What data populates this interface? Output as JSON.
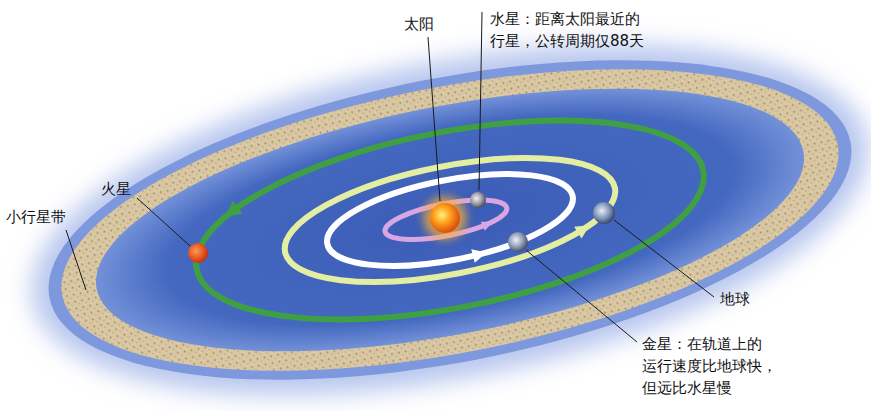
{
  "diagram": {
    "labels": [
      "太阳",
      "水星：距离太阳最近的 行星，公转周期仅88天",
      "火星",
      "小行星带",
      "地球",
      "金星：在轨道上的 运行速度比地球快， 但远比水星慢"
    ]
  }
}
